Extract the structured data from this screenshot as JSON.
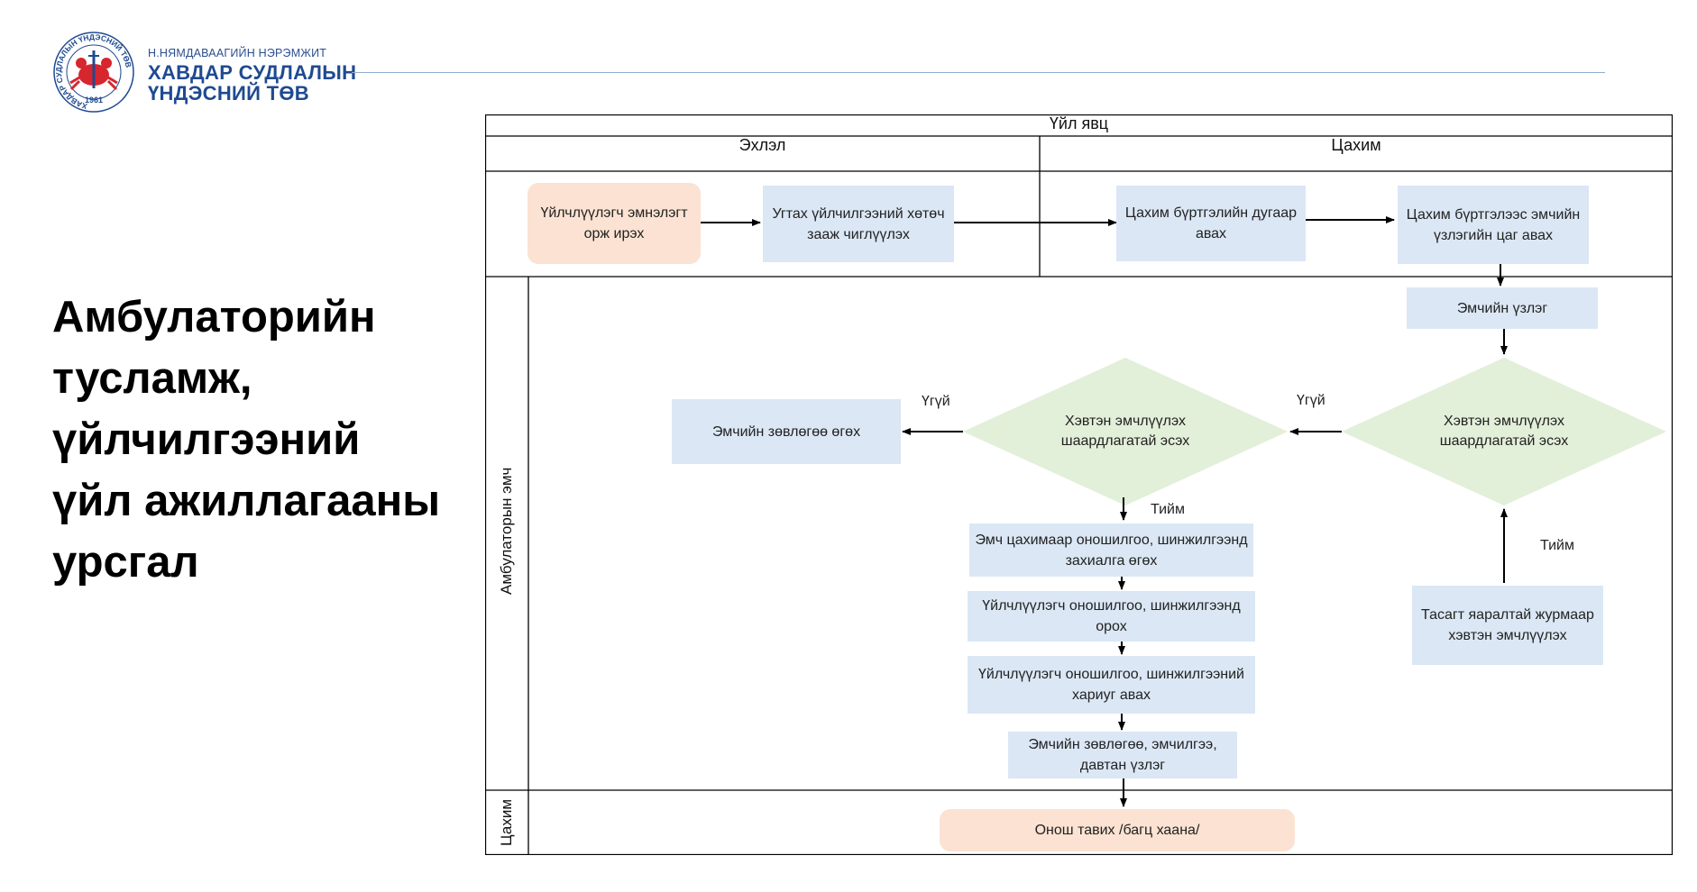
{
  "logo": {
    "top_line": "Н.НЯМДАВААГИЙН НЭРЭМЖИТ",
    "line1": "ХАВДАР СУДЛАЛЫН",
    "line2": "ҮНДЭСНИЙ ТӨВ",
    "seal_ring_text": "ХАВДАР СУДЛАЛЫН ҮНДЭСНИЙ ТӨВ",
    "seal_year": "1961",
    "colors": {
      "blue": "#1f4a91",
      "red": "#d7262e"
    }
  },
  "title_lines": [
    "Амбулаторийн",
    "тусламж,",
    "үйлчилгээний",
    "үйл ажиллагааны",
    "урсгал"
  ],
  "diagram": {
    "table_title": "Үйл явц",
    "phase_headers": [
      "Эхлэл",
      "Цахим"
    ],
    "lane_labels": [
      "Амбулаторын эмч",
      "Цахим"
    ],
    "nodes": {
      "patient_arrives": "Үйлчлүүлэгч эмнэлэгт орж ирэх",
      "reception": "Угтах үйлчилгээний хөтөч зааж чиглүүлэх",
      "e_registration": "Цахим бүртгэлийн дугаар авах",
      "appointment": "Цахим бүртгэлээс эмчийн үзлэгийн цаг авах",
      "doctor_exam": "Эмчийн үзлэг",
      "decision_right": "Хэвтэн эмчлүүлэх шаардлагатай эсэх",
      "decision_mid": "Хэвтэн эмчлүүлэх шаардлагатай эсэх",
      "advice": "Эмчийн зөвлөгөө өгөх",
      "order_tests": "Эмч цахимаар оношилгоо, шинжилгээнд захиалга өгөх",
      "do_tests": "Үйлчлүүлэгч оношилгоо, шинжилгээнд орох",
      "get_results": "Үйлчлүүлэгч оношилгоо, шинжилгээний хариуг авах",
      "followup": "Эмчийн зөвлөгөө, эмчилгээ, давтан үзлэг",
      "inpatient": "Тасагт яаралтай журмаар хэвтэн эмчлүүлэх",
      "diagnosis": "Онош тавих /багц хаана/"
    },
    "edge_labels": {
      "no_right": "Үгүй",
      "no_mid": "Үгүй",
      "yes_mid": "Тийм",
      "yes_right": "Тийм"
    },
    "colors": {
      "process": "#dbe7f5",
      "terminal": "#fbe2d2",
      "decision": "#e2efd9",
      "grid": "#000000",
      "header_rule": "#8eaed0"
    }
  }
}
